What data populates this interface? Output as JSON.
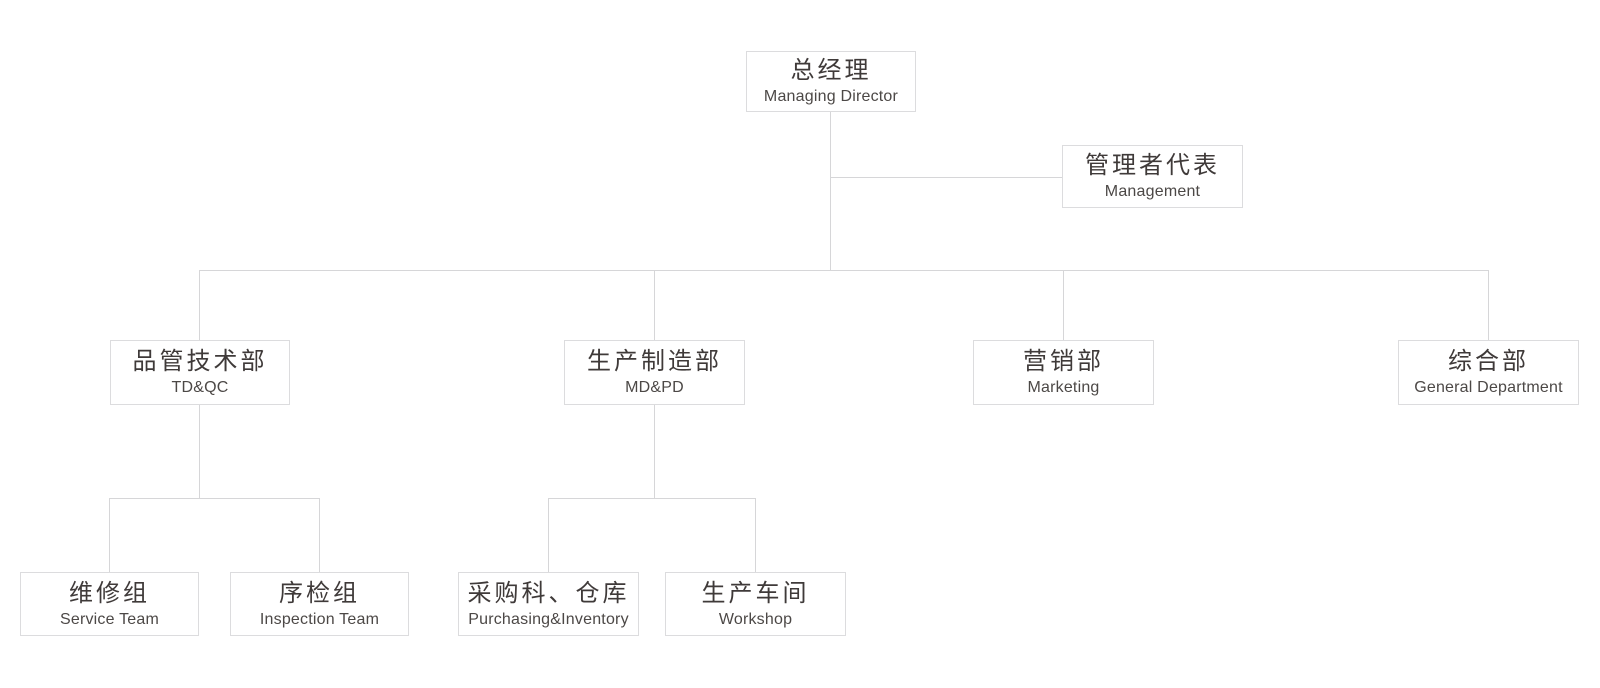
{
  "page": {
    "background": "#ffffff"
  },
  "colors": {
    "box_border": "#dcdcde",
    "connector_line": "#d6d6d8",
    "title_text": "#3f3a39",
    "subtitle_text": "#4c4846"
  },
  "org": {
    "type": "org-chart",
    "nodes": [
      {
        "id": "managing-director",
        "title_zh": "总经理",
        "title_en": "Managing Director",
        "level": 1
      },
      {
        "id": "management-representative",
        "title_zh": "管理者代表",
        "title_en": "Management",
        "level": 2
      },
      {
        "id": "td-qc",
        "title_zh": "品管技术部",
        "title_en": "TD&QC",
        "level": 3
      },
      {
        "id": "md-pd",
        "title_zh": "生产制造部",
        "title_en": "MD&PD",
        "level": 3
      },
      {
        "id": "marketing",
        "title_zh": "营销部",
        "title_en": "Marketing",
        "level": 3
      },
      {
        "id": "general-department",
        "title_zh": "综合部",
        "title_en": "General Department",
        "level": 3
      },
      {
        "id": "service-team",
        "title_zh": "维修组",
        "title_en": "Service Team",
        "level": 4
      },
      {
        "id": "inspection-team",
        "title_zh": "序检组",
        "title_en": "Inspection Team",
        "level": 4
      },
      {
        "id": "purchasing-inventory",
        "title_zh": "采购科、仓库",
        "title_en": "Purchasing&Inventory",
        "level": 4
      },
      {
        "id": "workshop",
        "title_zh": "生产车间",
        "title_en": "Workshop",
        "level": 4
      }
    ],
    "edges": [
      {
        "from": "managing-director",
        "to": "management-representative"
      },
      {
        "from": "managing-director",
        "to": "td-qc"
      },
      {
        "from": "managing-director",
        "to": "md-pd"
      },
      {
        "from": "managing-director",
        "to": "marketing"
      },
      {
        "from": "managing-director",
        "to": "general-department"
      },
      {
        "from": "td-qc",
        "to": "service-team"
      },
      {
        "from": "td-qc",
        "to": "inspection-team"
      },
      {
        "from": "md-pd",
        "to": "purchasing-inventory"
      },
      {
        "from": "md-pd",
        "to": "workshop"
      }
    ]
  }
}
